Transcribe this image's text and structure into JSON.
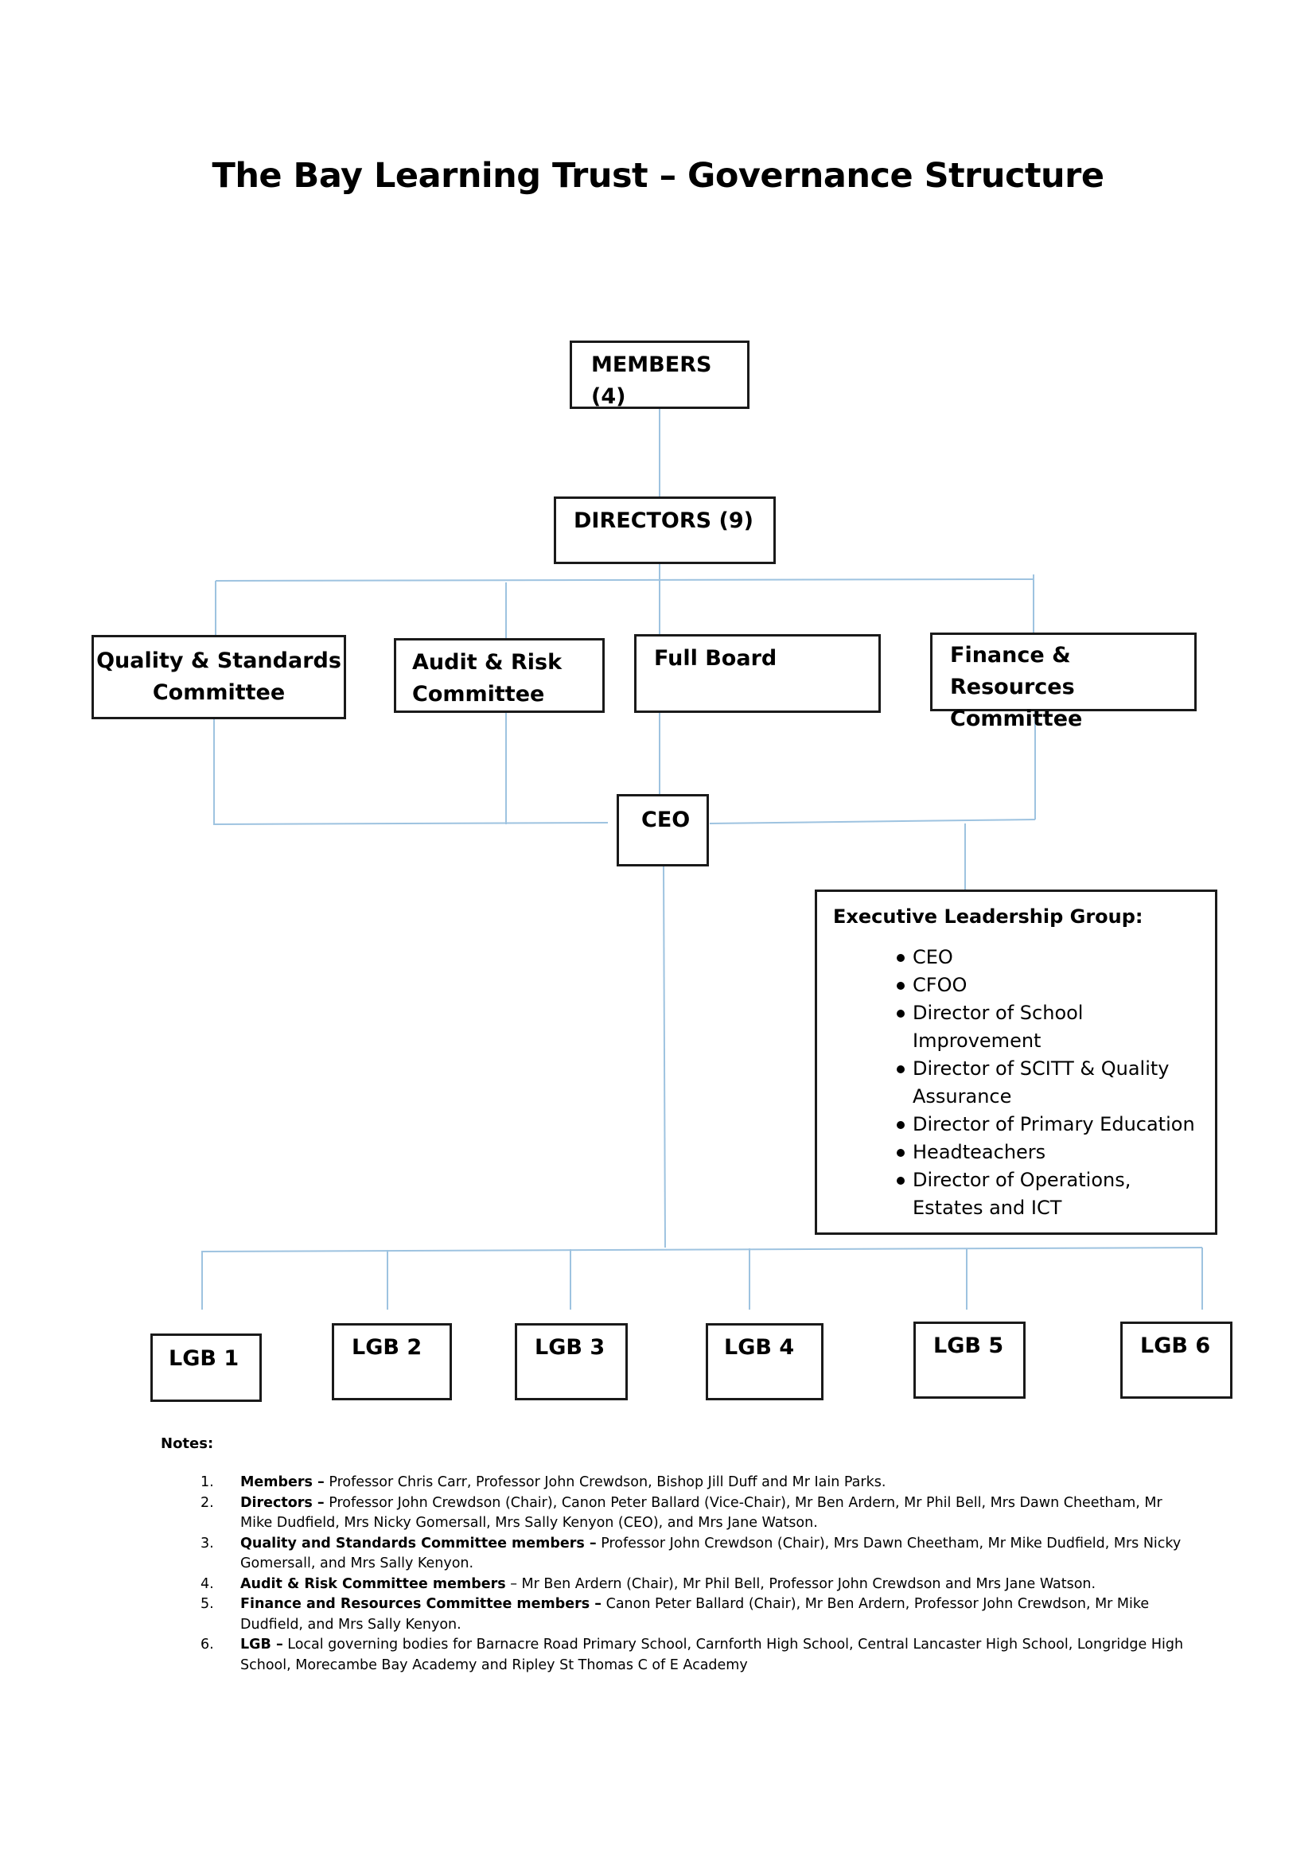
{
  "title": "The Bay Learning Trust – Governance Structure",
  "colors": {
    "connector": "#9ec3e0",
    "border": "#1a1a1a"
  },
  "boxes": {
    "members": "MEMBERS (4)",
    "directors": "DIRECTORS (9)",
    "quality_line1": "Quality & Standards",
    "quality_line2": "Committee",
    "audit_line1": "Audit & Risk",
    "audit_line2": "Committee",
    "full_board": "Full Board",
    "finance_line1": "Finance & Resources",
    "finance_line2": "Committee",
    "ceo": "CEO"
  },
  "elg": {
    "title": "Executive Leadership Group:",
    "items": [
      "CEO",
      "CFOO",
      "Director of School Improvement",
      "Director of SCITT & Quality Assurance",
      "Director of Primary Education",
      "Headteachers",
      "Director of  Operations, Estates and ICT"
    ]
  },
  "lgbs": [
    "LGB 1",
    "LGB 2",
    "LGB 3",
    "LGB 4",
    "LGB 5",
    "LGB 6"
  ],
  "notes": {
    "title": "Notes:",
    "items": [
      {
        "num": "1.",
        "label": "Members –",
        "text": " Professor Chris Carr, Professor John Crewdson, Bishop Jill Duff and Mr Iain Parks."
      },
      {
        "num": "2.",
        "label": "Directors –",
        "text": " Professor John Crewdson (Chair), Canon Peter Ballard (Vice-Chair), Mr Ben Ardern, Mr Phil Bell, Mrs Dawn Cheetham, Mr Mike Dudfield, Mrs Nicky Gomersall, Mrs Sally Kenyon (CEO), and Mrs Jane Watson."
      },
      {
        "num": "3.",
        "label": "Quality and Standards Committee members –",
        "text": " Professor John Crewdson (Chair), Mrs Dawn Cheetham, Mr Mike Dudfield,  Mrs Nicky Gomersall, and Mrs Sally Kenyon."
      },
      {
        "num": "4.",
        "label": "Audit & Risk Committee members",
        "text": " – Mr Ben Ardern (Chair), Mr Phil Bell, Professor John Crewdson and Mrs Jane Watson."
      },
      {
        "num": "5.",
        "label": "Finance and Resources Committee members –",
        "text": " Canon Peter Ballard (Chair), Mr Ben Ardern, Professor John Crewdson, Mr Mike Dudfield, and Mrs Sally Kenyon."
      },
      {
        "num": "6.",
        "label": "LGB –",
        "text": " Local governing bodies for Barnacre Road Primary School, Carnforth High School, Central Lancaster High School, Longridge High School, Morecambe Bay Academy and Ripley St Thomas C of E Academy"
      }
    ]
  }
}
